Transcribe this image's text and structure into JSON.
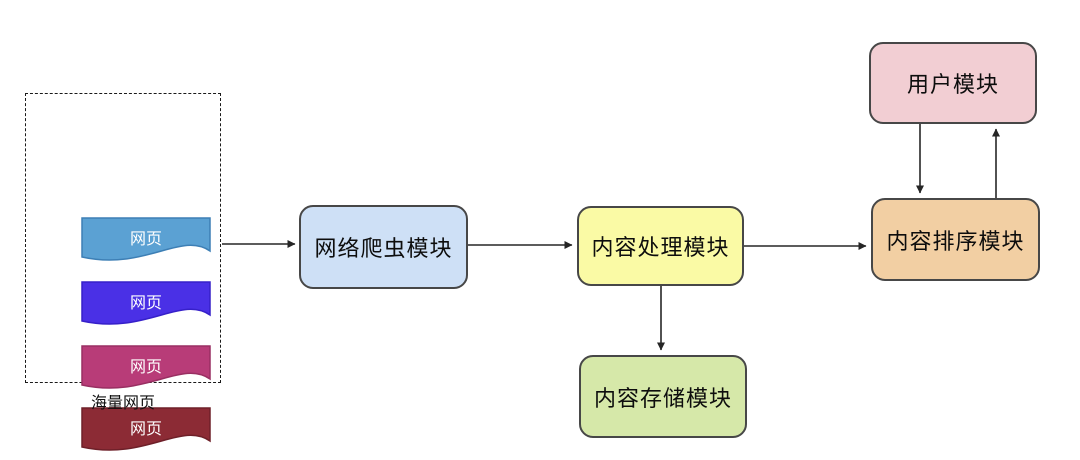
{
  "diagram": {
    "source_group": {
      "caption": "海量网页",
      "pages": [
        {
          "label": "网页",
          "fill": "#5BA1D3",
          "stroke": "#3D7FB5"
        },
        {
          "label": "网页",
          "fill": "#4A30E6",
          "stroke": "#3620C9"
        },
        {
          "label": "网页",
          "fill": "#B83C78",
          "stroke": "#992F62"
        },
        {
          "label": "网页",
          "fill": "#8C2B35",
          "stroke": "#6E2029"
        }
      ]
    },
    "modules": {
      "crawler": {
        "label": "网络爬虫模块",
        "fill": "#CEE0F6"
      },
      "processor": {
        "label": "内容处理模块",
        "fill": "#FAFAA5"
      },
      "storage": {
        "label": "内容存储模块",
        "fill": "#D6E8A9"
      },
      "ranking": {
        "label": "内容排序模块",
        "fill": "#F2CFA3"
      },
      "user": {
        "label": "用户模块",
        "fill": "#F2CED3"
      }
    },
    "connections": [
      {
        "from": "海量网页",
        "to": "网络爬虫模块",
        "direction": "right"
      },
      {
        "from": "网络爬虫模块",
        "to": "内容处理模块",
        "direction": "right"
      },
      {
        "from": "内容处理模块",
        "to": "内容排序模块",
        "direction": "right"
      },
      {
        "from": "内容处理模块",
        "to": "内容存储模块",
        "direction": "down"
      },
      {
        "from": "用户模块",
        "to": "内容排序模块",
        "direction": "down"
      },
      {
        "from": "内容排序模块",
        "to": "用户模块",
        "direction": "up"
      }
    ],
    "line_color": "#262626",
    "border_color": "#474747"
  }
}
